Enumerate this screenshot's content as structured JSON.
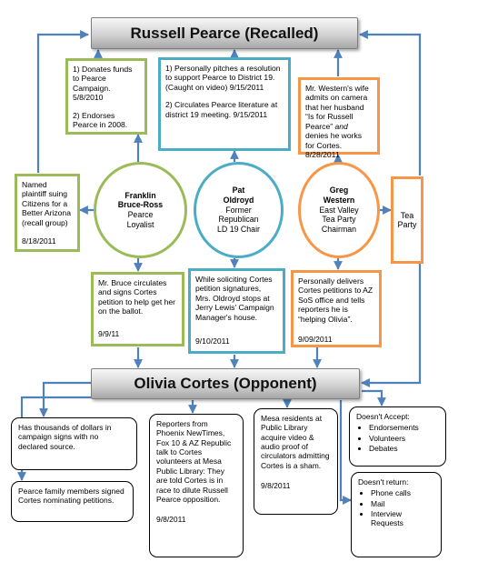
{
  "target": {
    "title": "Russell Pearce (Recalled)"
  },
  "opponent": {
    "title": "Olivia Cortes (Opponent)"
  },
  "people": {
    "franklin": {
      "first": "Franklin",
      "last": "Bruce-Ross",
      "line3": "Pearce",
      "line4": "Loyalist"
    },
    "pat": {
      "first": "Pat",
      "last": "Oldroyd",
      "line3": "Former",
      "line4": "Republican",
      "line5": "LD 19 Chair"
    },
    "greg": {
      "first": "Greg",
      "last": "Western",
      "line3": "East Valley",
      "line4": "Tea Party",
      "line5": "Chairman"
    }
  },
  "top_boxes": {
    "franklin": {
      "p1": "1) Donates funds to Pearce Campaign. 5/8/2010",
      "p2": "2) Endorses Pearce in 2008."
    },
    "pat": {
      "p1": "1) Personally pitches a resolution to support Pearce to District 19. (Caught on video) 9/15/2011",
      "p2": "2) Circulates Pearce literature at district 19 meeting. 9/15/2011"
    },
    "greg": {
      "line1": "Mr. Western's wife admits on camera that her husband “Is for Russell Pearce”",
      "emph": "and",
      "line2": "denies he works for Cortes.",
      "date": "8/28/2011"
    }
  },
  "side_boxes": {
    "plaintiff": {
      "text": "Named plaintiff suing Citizens for a Better Arizona (recall group)",
      "date": "8/18/2011"
    },
    "tea_party": {
      "line1": "Tea",
      "line2": "Party"
    }
  },
  "middle_boxes": {
    "franklin": {
      "text": "Mr. Bruce circulates and signs Cortes petition to help get her on the ballot.",
      "date": "9/9/11"
    },
    "pat": {
      "text": "While soliciting Cortes petition signatures, Mrs. Oldroyd stops at Jerry Lewis' Campaign Manager's house.",
      "date": "9/10/2011"
    },
    "greg": {
      "text": "Personally delivers Cortes petitions to AZ SoS office and tells reporters he is “helping Olivia”.",
      "date": "9/09/2011"
    }
  },
  "bottom_boxes": {
    "signs": {
      "text": "Has thousands of dollars in campaign signs with no declared source."
    },
    "family": {
      "text": "Pearce family members signed Cortes nominating petitions."
    },
    "reporters": {
      "text": "Reporters from Phoenix NewTimes, Fox 10 & AZ Republic talk to Cortes volunteers at Mesa Public Library: They are told Cortes is in race to dilute Russell Pearce opposition.",
      "date": "9/8/2011"
    },
    "library": {
      "text": "Mesa residents at Public Library acquire video & audio proof of circulators admitting Cortes is a sham.",
      "date": "9/8/2011"
    },
    "accept": {
      "title": "Doesn't Accept:",
      "items": [
        "Endorsements",
        "Volunteers",
        "Debates"
      ]
    },
    "return": {
      "title": "Doesn't return:",
      "items": [
        "Phone calls",
        "Mail",
        "Interview Requests"
      ]
    }
  },
  "colors": {
    "arrow": "#4f81bd",
    "green": "#9bbb59",
    "blue": "#4bacc6",
    "orange": "#f79646"
  }
}
